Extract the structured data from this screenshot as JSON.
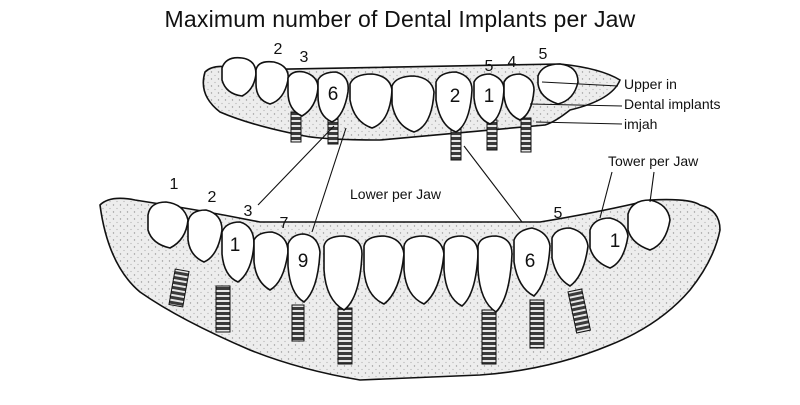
{
  "title": "Maximum number of Dental Implants per Jaw",
  "labels": {
    "upper_in": "Upper in",
    "dental_implants": "Dental implants",
    "imjah": "imjah",
    "tower_per_jaw": "Tower per Jaw",
    "lower_per_jaw": "Lower per Jaw"
  },
  "upper_numbers": [
    "2",
    "3",
    "6",
    "2",
    "1",
    "5",
    "4",
    "5"
  ],
  "lower_numbers": [
    "1",
    "2",
    "3",
    "7",
    "1",
    "9",
    "6",
    "5",
    "1"
  ]
}
